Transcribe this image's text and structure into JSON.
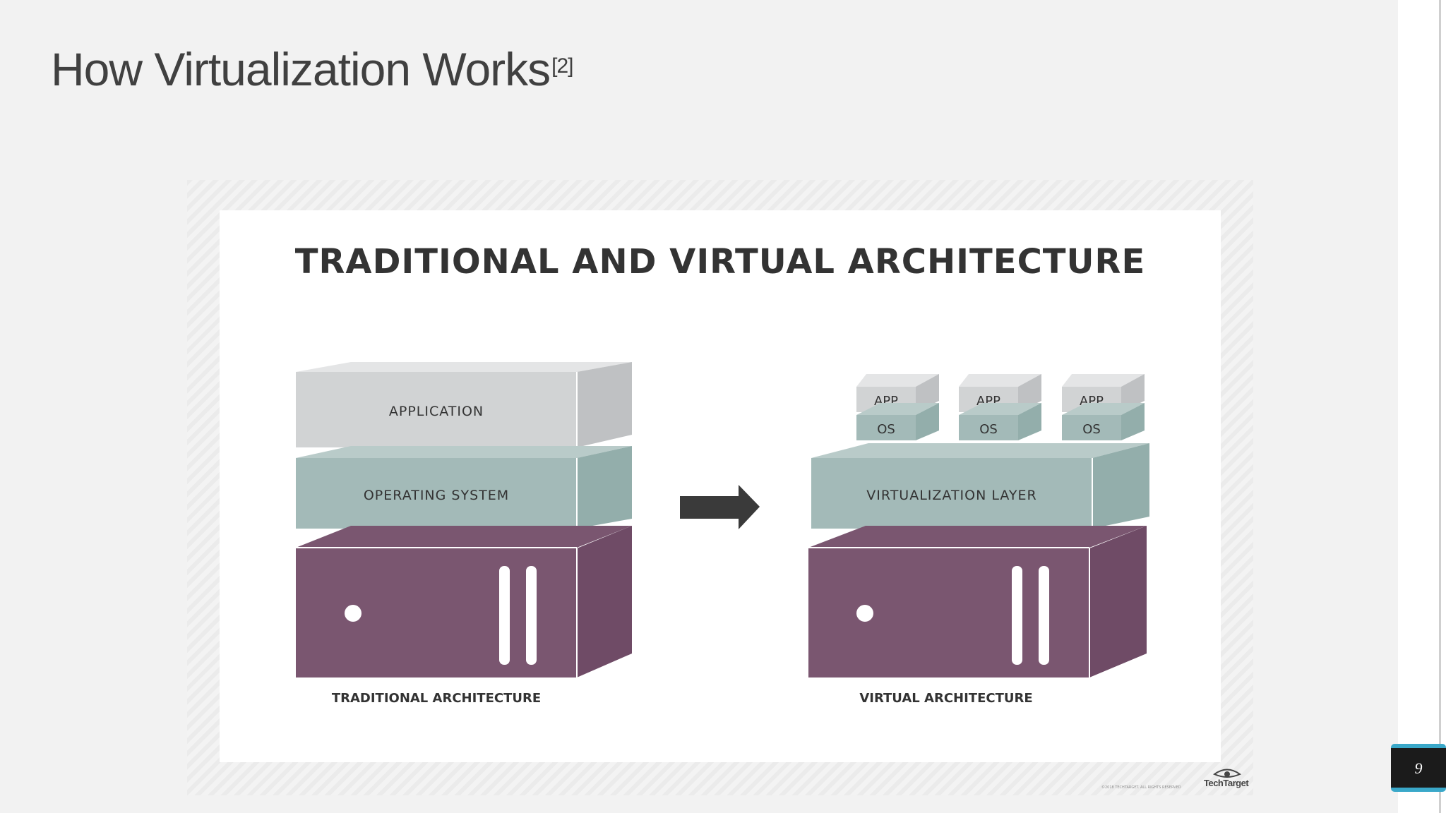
{
  "slide": {
    "title": "How Virtualization Works",
    "citation": "[2]",
    "page_number": "9"
  },
  "figure": {
    "heading": "TRADITIONAL AND VIRTUAL ARCHITECTURE",
    "traditional": {
      "caption": "TRADITIONAL ARCHITECTURE",
      "application_label": "APPLICATION",
      "os_label": "OPERATING SYSTEM"
    },
    "virtual": {
      "caption": "VIRTUAL ARCHITECTURE",
      "layer_label": "VIRTUALIZATION LAYER",
      "app_label": "APP",
      "os_label": "OS",
      "vm_count": 3
    },
    "credit": "©2018 TECHTARGET. ALL RIGHTS RESERVED",
    "brand": "TechTarget",
    "colors": {
      "application": "#d1d3d4",
      "os": "#a3bab8",
      "server": "#7a5670",
      "arrow": "#3a3a3a",
      "heading": "#333333"
    }
  }
}
